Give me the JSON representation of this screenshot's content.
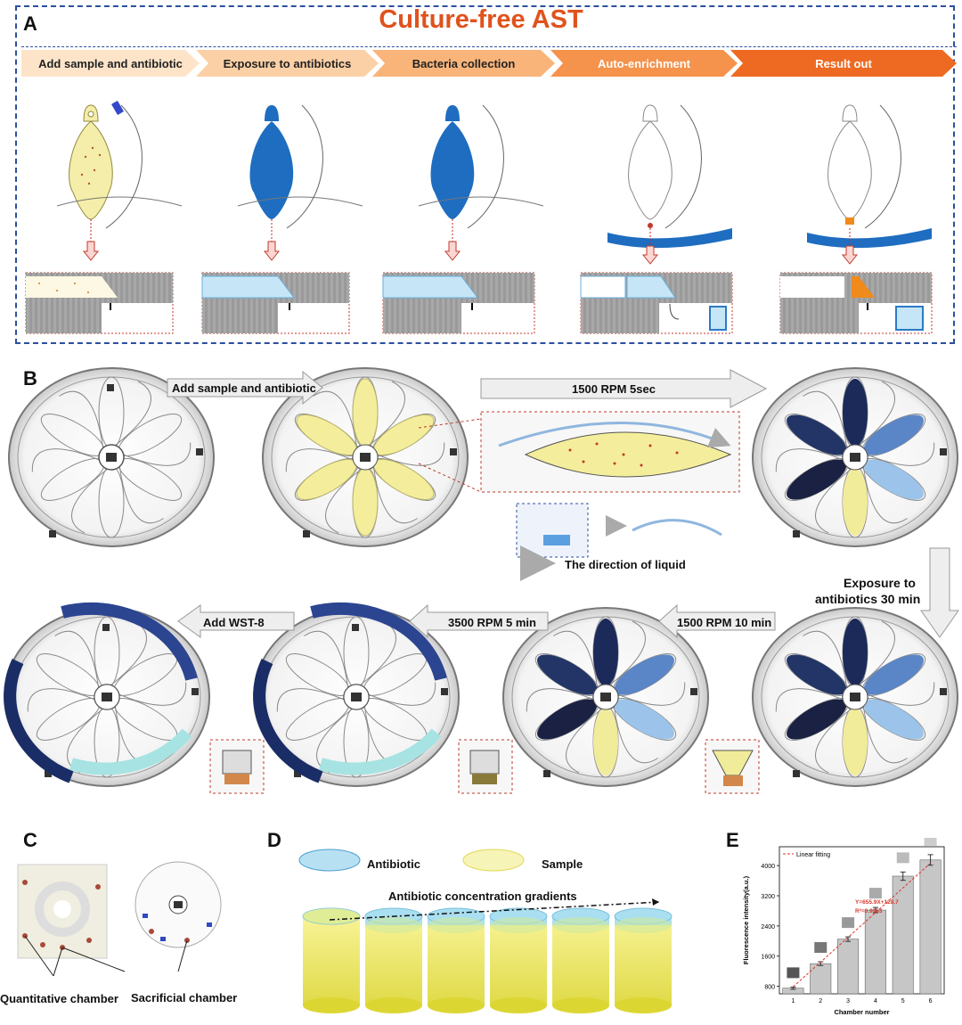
{
  "panel_a": {
    "letter": "A",
    "title": "Culture-free AST",
    "steps": [
      {
        "label": "Add sample and antibiotic",
        "color": "#fde4c9"
      },
      {
        "label": "Exposure to antibiotics",
        "color": "#fcd0a6"
      },
      {
        "label": "Bacteria collection",
        "color": "#f9b47a"
      },
      {
        "label": "Auto-enrichment",
        "color": "#f5924c"
      },
      {
        "label": "Result out",
        "color": "#ee6a22"
      }
    ]
  },
  "panel_b": {
    "letter": "B",
    "arrows": {
      "add_sample": "Add sample and antibiotic",
      "spin_5sec": "1500 RPM 5sec",
      "exposure_line1": "Exposure to",
      "exposure_line2": "antibiotics 30 min",
      "spin_10min": "1500 RPM 10 min",
      "spin_3500": "3500 RPM 5 min",
      "add_wst8": "Add WST-8"
    },
    "direction_legend": "The direction of liquid"
  },
  "panel_c": {
    "letter": "C",
    "quantitative_label": "Quantitative chamber",
    "sacrificial_label": "Sacrificial chamber"
  },
  "panel_d": {
    "letter": "D",
    "antibiotic_label": "Antibiotic",
    "sample_label": "Sample",
    "gradient_label": "Antibiotic concentration gradients"
  },
  "chart_data": {
    "type": "bar",
    "letter": "E",
    "xlabel": "Chamber number",
    "ylabel": "Fluorescence intensity(a.u.)",
    "categories": [
      "1",
      "2",
      "3",
      "4",
      "5",
      "6"
    ],
    "values": [
      750,
      1400,
      2050,
      2820,
      3720,
      4150
    ],
    "errors": [
      30,
      50,
      60,
      70,
      110,
      140
    ],
    "fit_label": "Linear fitting",
    "equation": "Y=655.9X+128.7",
    "r2": "R²=0.9953",
    "yticks": [
      "800",
      "1600",
      "2400",
      "3200",
      "4000"
    ],
    "ylim": [
      600,
      4500
    ],
    "legend_position": "top-left",
    "bar_color": "#c6c6c6",
    "fit_color": "#d9372a"
  }
}
